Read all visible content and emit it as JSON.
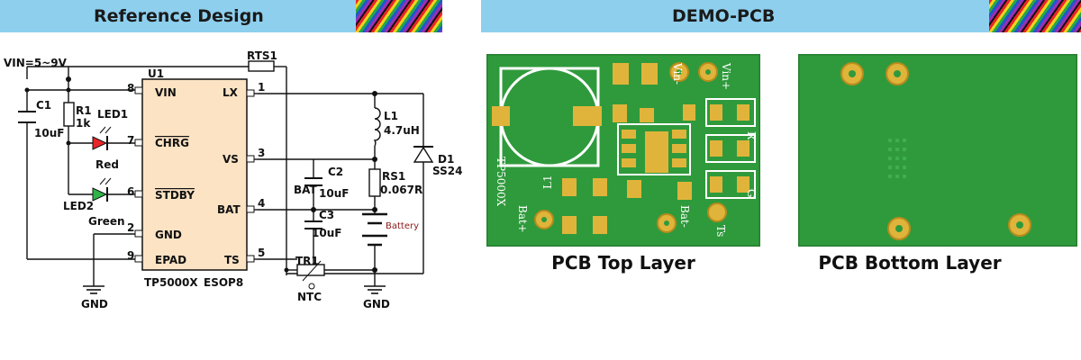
{
  "headers": {
    "reference": "Reference Design",
    "demo": "DEMO-PCB"
  },
  "schematic": {
    "vin": "VIN=5~9V",
    "u1": "U1",
    "rts1": "RTS1",
    "c1": "C1",
    "c1_val": "10uF",
    "r1": "R1",
    "r1_val": "1k",
    "led1": "LED1",
    "red": "Red",
    "led2": "LED2",
    "green": "Green",
    "gnd_left": "GND",
    "gnd_right": "GND",
    "chip_name": "TP5000X",
    "package": "ESOP8",
    "pins": [
      {
        "num": "8",
        "name": "VIN"
      },
      {
        "num": "7",
        "name": "CHRG"
      },
      {
        "num": "6",
        "name": "STDBY"
      },
      {
        "num": "2",
        "name": "GND"
      },
      {
        "num": "9",
        "name": "EPAD"
      },
      {
        "num": "1",
        "name": "LX"
      },
      {
        "num": "3",
        "name": "VS"
      },
      {
        "num": "4",
        "name": "BAT"
      },
      {
        "num": "5",
        "name": "TS"
      }
    ],
    "l1": "L1",
    "l1_val": "4.7uH",
    "d1": "D1",
    "d1_val": "SS24",
    "c2": "C2",
    "c2_val": "10uF",
    "rs1": "RS1",
    "rs1_val": "0.067R",
    "bat": "BAT",
    "c3": "C3",
    "c3_val": "10uF",
    "battery": "Battery",
    "tr1": "TR1",
    "ntc": "NTC"
  },
  "pcb": {
    "top_caption": "PCB Top Layer",
    "bottom_caption": "PCB Bottom Layer",
    "silk_vin_minus": "Vin-",
    "silk_vin_plus": "Vin+",
    "silk_l1": "L1",
    "silk_tp": "TP5000X",
    "silk_bat_plus": "Bat+",
    "silk_bat_minus": "Bat-",
    "silk_ts": "Ts",
    "silk_r": "R",
    "silk_g": "G"
  },
  "colors": {
    "header_bg": "#8ecfee",
    "chip_fill": "#fbe3c4",
    "pcb_green": "#2f9a3c",
    "pad_gold": "#e0b43a",
    "led_red": "#e8262a",
    "led_green": "#2fb34a",
    "battery_label": "#8b1a1a"
  }
}
